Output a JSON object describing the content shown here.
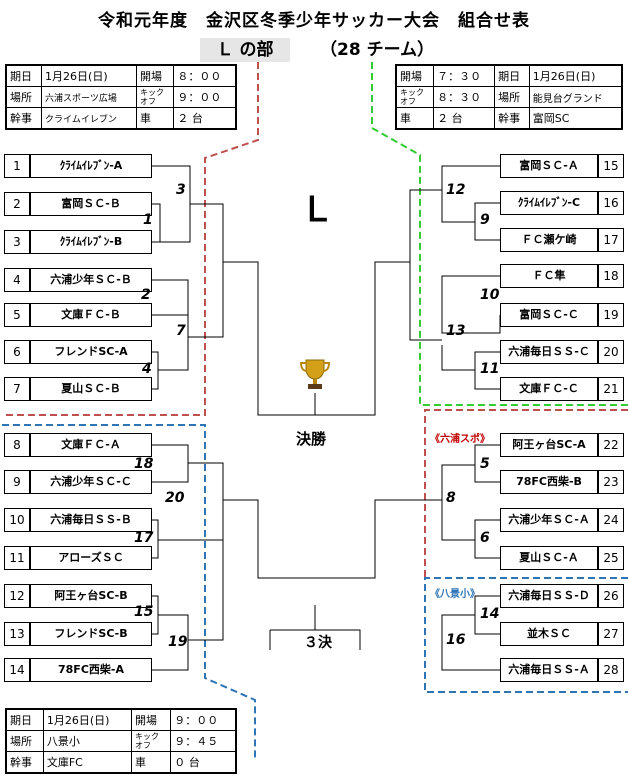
{
  "header": {
    "title": "令和元年度　金沢区冬季少年サッカー大会　組合せ表",
    "section": "Ｌ の部",
    "team_count": "（28 チーム）"
  },
  "info_left_top": {
    "r1": [
      "期日",
      "1月26日(日)",
      "開場",
      "８：００"
    ],
    "r2": [
      "場所",
      "六浦スポーツ広場",
      "キック\nオフ",
      "９：００"
    ],
    "r3": [
      "幹事",
      "クライムイレブン",
      "車",
      "２ 台"
    ]
  },
  "info_right_top": {
    "r1": [
      "開場",
      "７：３０",
      "期日",
      "1月26日(日)"
    ],
    "r2": [
      "キック\nオフ",
      "８：３０",
      "場所",
      "能見台グランド"
    ],
    "r3": [
      "車",
      "２ 台",
      "幹事",
      "富岡SC"
    ]
  },
  "info_left_bottom": {
    "r1": [
      "期日",
      "1月26日(日)",
      "開場",
      "９：００"
    ],
    "r2": [
      "場所",
      "八景小",
      "キック\nオフ",
      "９：４５"
    ],
    "r3": [
      "幹事",
      "文庫FC",
      "車",
      "０ 台"
    ]
  },
  "left_teams": [
    {
      "num": "1",
      "name": "ｸﾗｲﾑｲﾚﾌﾞﾝ-A"
    },
    {
      "num": "2",
      "name": "富岡ＳＣ-Ｂ"
    },
    {
      "num": "3",
      "name": "ｸﾗｲﾑｲﾚﾌﾞﾝ-B"
    },
    {
      "num": "4",
      "name": "六浦少年ＳＣ-Ｂ"
    },
    {
      "num": "5",
      "name": "文庫ＦＣ-Ｂ"
    },
    {
      "num": "6",
      "name": "フレンドSC-A"
    },
    {
      "num": "7",
      "name": "夏山ＳＣ-Ｂ"
    },
    {
      "num": "8",
      "name": "文庫ＦＣ-Ａ"
    },
    {
      "num": "9",
      "name": "六浦少年ＳＣ-Ｃ"
    },
    {
      "num": "10",
      "name": "六浦毎日ＳＳ-Ｂ"
    },
    {
      "num": "11",
      "name": "アローズＳＣ"
    },
    {
      "num": "12",
      "name": "阿王ヶ台SC-B"
    },
    {
      "num": "13",
      "name": "フレンドSC-B"
    },
    {
      "num": "14",
      "name": "78FC西柴-A"
    }
  ],
  "right_teams": [
    {
      "num": "15",
      "name": "富岡ＳＣ-Ａ"
    },
    {
      "num": "16",
      "name": "ｸﾗｲﾑｲﾚﾌﾞﾝ-C"
    },
    {
      "num": "17",
      "name": "ＦＣ瀬ケ崎"
    },
    {
      "num": "18",
      "name": "ＦＣ隼"
    },
    {
      "num": "19",
      "name": "富岡ＳＣ-Ｃ"
    },
    {
      "num": "20",
      "name": "六浦毎日ＳＳ-Ｃ"
    },
    {
      "num": "21",
      "name": "文庫ＦＣ-Ｃ"
    },
    {
      "num": "22",
      "name": "阿王ヶ台SC-A"
    },
    {
      "num": "23",
      "name": "78FC西柴-B"
    },
    {
      "num": "24",
      "name": "六浦少年ＳＣ-Ａ"
    },
    {
      "num": "25",
      "name": "夏山ＳＣ-Ａ"
    },
    {
      "num": "26",
      "name": "六浦毎日ＳＳ-Ｄ"
    },
    {
      "num": "27",
      "name": "並木ＳＣ"
    },
    {
      "num": "28",
      "name": "六浦毎日ＳＳ-Ａ"
    }
  ],
  "matches": [
    "1",
    "2",
    "3",
    "4",
    "7",
    "18",
    "17",
    "20",
    "15",
    "19",
    "12",
    "9",
    "10",
    "13",
    "11",
    "5",
    "8",
    "6",
    "14",
    "16"
  ],
  "venue_labels": [
    "《六浦スポ》",
    "《八景小》"
  ],
  "center": {
    "big": "Ｌ",
    "final": "決勝",
    "third": "３決"
  },
  "colors": {
    "red_dash": "#c0504d",
    "green_dash": "#33cc33",
    "blue_dash": "#2e75b6",
    "label_red": "#c00000",
    "label_blue": "#2e75b6"
  }
}
